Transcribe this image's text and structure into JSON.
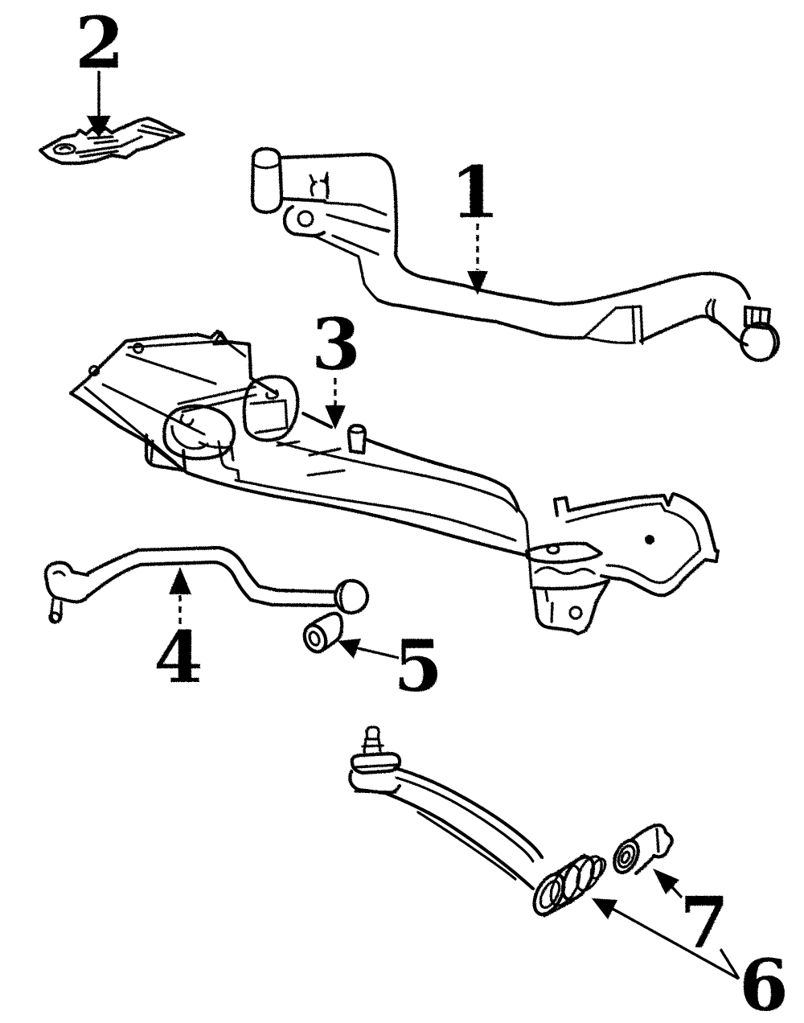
{
  "diagram": {
    "kind": "exploded-parts-line-art",
    "subject": "front-suspension-components",
    "background_color": "#ffffff",
    "ink_color": "#000000",
    "callouts": [
      {
        "number": "1",
        "target": "support-brace-tube",
        "arrow_direction": "down"
      },
      {
        "number": "2",
        "target": "mounting-bracket-plate",
        "arrow_direction": "down"
      },
      {
        "number": "3",
        "target": "crossmember-mount-stud",
        "arrow_direction": "down"
      },
      {
        "number": "4",
        "target": "stabilizer-bar",
        "arrow_direction": "up"
      },
      {
        "number": "5",
        "target": "stabilizer-bar-bushing",
        "arrow_direction": "left"
      },
      {
        "number": "6",
        "target": "control-arm-large-bushing",
        "arrow_direction": "up-left"
      },
      {
        "number": "7",
        "target": "control-arm-small-bushing",
        "arrow_direction": "up-left"
      }
    ]
  }
}
